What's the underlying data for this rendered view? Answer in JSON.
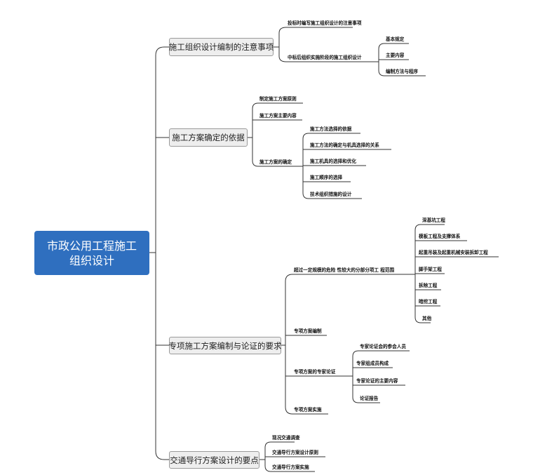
{
  "root": "市政公用工程施工组织设计",
  "b1": {
    "label": "施工组织设计编制的注意事项",
    "c1": "投标时编写施工组织设计的注意事项",
    "c2": "中标后组织实施阶段的施工组织设计",
    "c2_children": [
      "基本规定",
      "主要内容",
      "编制方法与程序"
    ]
  },
  "b2": {
    "label": "施工方案确定的依据",
    "c1": "制定施工方案原则",
    "c2": "施工方案主要内容",
    "c3": "施工方案的确定",
    "c3_children": [
      "施工方法选择的依据",
      "施工方法的确定与机具选择的关系",
      "施工机具的选择和优化",
      "施工顺序的选择",
      "技术组织措施的设计"
    ]
  },
  "b3": {
    "label": "专项施工方案编制与论证的要求",
    "c1": "超过一定规模的危险 性较大的分部分项工 程范围",
    "c1_children": [
      "深基坑工程",
      "模板工程及支撑体系",
      "起重吊装及起重机械安装拆卸工程",
      "脚手架工程",
      "拆除工程",
      "暗挖工程",
      "其他"
    ],
    "c2": "专项方案编制",
    "c3": "专项方案的专家论证",
    "c3_children": [
      "专家论证会的参会人员",
      "专家组成员构成",
      "专家论证的主要内容",
      "论证报告"
    ],
    "c4": "专项方案实施"
  },
  "b4": {
    "label": "交通导行方案设计的要点",
    "children": [
      "现况交通调查",
      "交通导行方案设计原则",
      "交通导行方案实施"
    ]
  }
}
